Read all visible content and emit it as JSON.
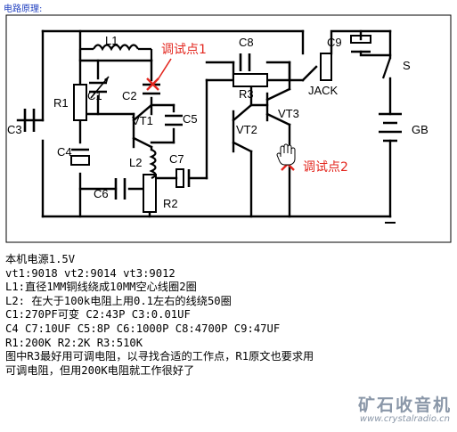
{
  "header": {
    "title": "电路原理:"
  },
  "schematic": {
    "labels": {
      "L1": "L1",
      "C1": "C1",
      "C2": "C2",
      "R1": "R1",
      "VT1": "VT1",
      "C5": "C5",
      "C3": "C3",
      "C4": "C4",
      "L2": "L2",
      "C6": "C6",
      "R2": "R2",
      "C7": "C7",
      "C8": "C8",
      "R3": "R3",
      "VT2": "VT2",
      "VT3": "VT3",
      "JACK": "JACK",
      "C9": "C9",
      "S": "S",
      "GB": "GB"
    },
    "test_point_1": "调试点1",
    "test_point_2": "调试点2",
    "colors": {
      "wire": "#000000",
      "annotation": "#e3271f"
    }
  },
  "description": {
    "lines": [
      "本机电源1.5V",
      "vt1:9018 vt2:9014 vt3:9012",
      "L1:直径1MM铜线绕成10MM空心线圈2圈",
      "L2: 在大于100k电阻上用0.1左右的线绕50圈",
      "C1:270PF可变 C2:43P C3:0.01UF",
      "C4 C7:10UF C5:8P C6:1000P C8:4700P C9:47UF",
      "R1:200K R2:2K R3:510K",
      "图中R3最好用可调电阻，以寻找合适的工作点，R1原文也要求用",
      " 可调电阻，但用200K电阻就工作很好了"
    ]
  },
  "watermark": {
    "name": "矿石收音机",
    "url": "www.crystalradio.cn"
  }
}
